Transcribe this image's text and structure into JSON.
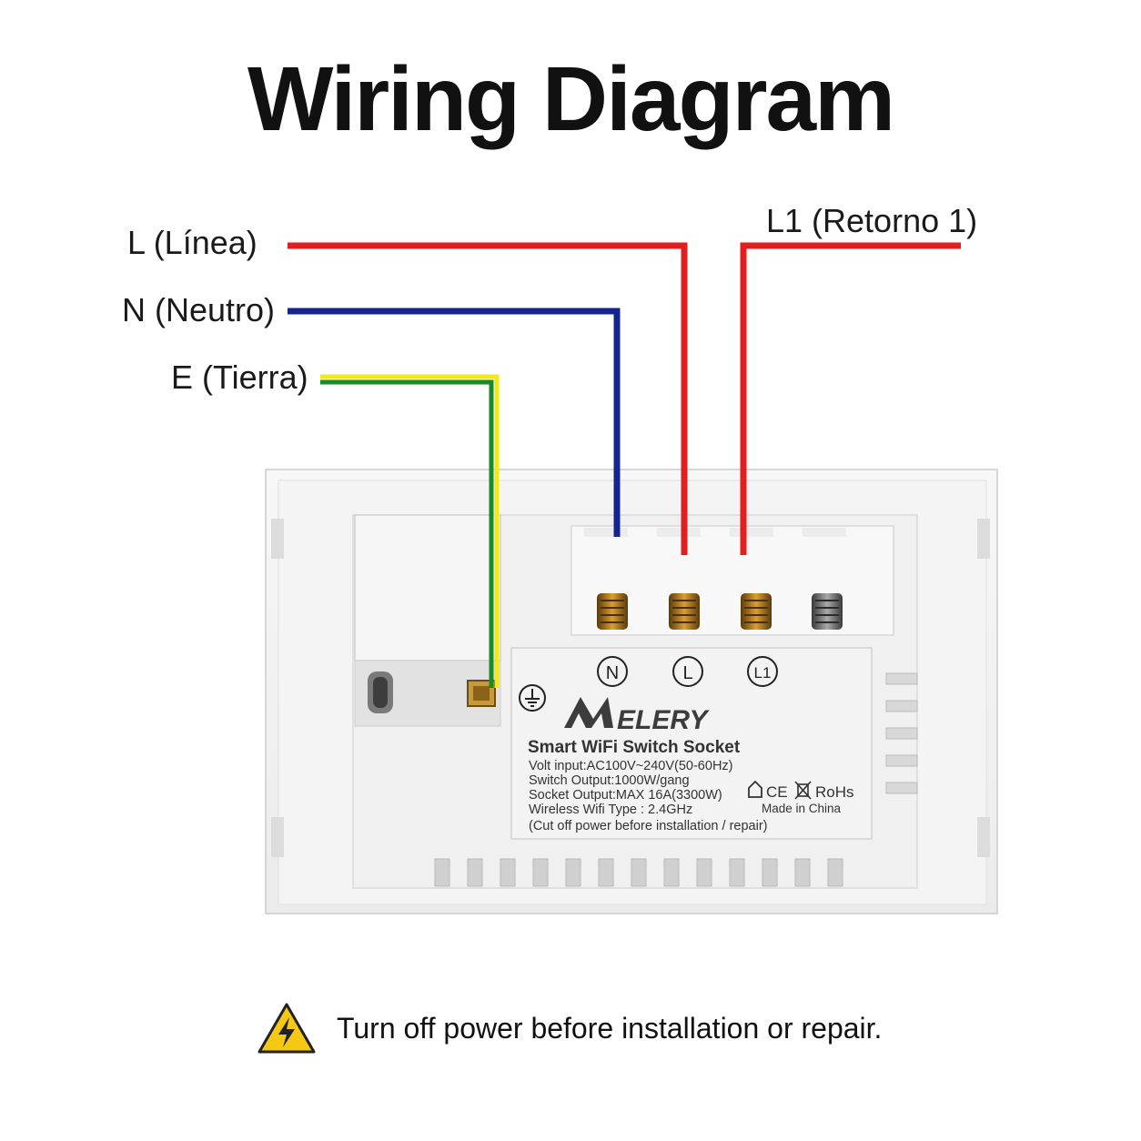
{
  "title": "Wiring Diagram",
  "wires": {
    "line": {
      "label": "L (Línea)",
      "color": "#e41e1e"
    },
    "neutral": {
      "label": "N (Neutro)",
      "color": "#14258f"
    },
    "earth": {
      "label": "E (Tierra)",
      "color_a": "#f2e81a",
      "color_b": "#1d8a2a"
    },
    "return1": {
      "label": "L1 (Retorno 1)",
      "color": "#e41e1e"
    }
  },
  "terminals": [
    "N",
    "L",
    "L1"
  ],
  "device_label": {
    "brand": "MELERY",
    "product": "Smart WiFi Switch Socket",
    "specs": [
      "Volt input:AC100V~240V(50-60Hz)",
      "Switch Output:1000W/gang",
      "Socket Output:MAX 16A(3300W)",
      "Wireless Wifi Type : 2.4GHz",
      "(Cut off power before installation / repair)"
    ],
    "certifications": "CE",
    "rohs": "RoHs",
    "origin": "Made in China"
  },
  "warning": {
    "text": "Turn off power before installation or repair.",
    "icon": "warning-triangle-icon"
  }
}
